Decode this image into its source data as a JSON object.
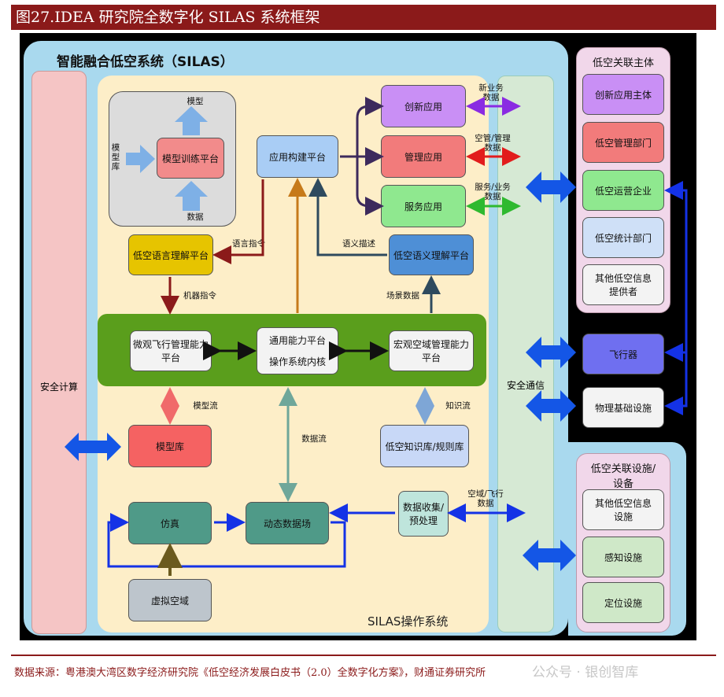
{
  "title": "图27.IDEA 研究院全数字化 SILAS 系统框架",
  "system_title": "智能融合低空系统（SILAS）",
  "security_compute": "安全计算",
  "security_comm": "安全通信",
  "silas_os": "SILAS操作系统",
  "model_training": {
    "box": "模型训练平台",
    "top": "模型",
    "left": "模\n型\n库",
    "bottom": "数据"
  },
  "app_build": "应用构建平台",
  "apps": [
    "创新应用",
    "管理应用",
    "服务应用"
  ],
  "app_flows": [
    "新业务\n数据",
    "空管/管理\n数据",
    "服务/业务\n数据"
  ],
  "lang_understand": "低空语言理解平台",
  "semantic_understand": "低空语义理解平台",
  "labels": {
    "lang_cmd": "语言指令",
    "machine_cmd": "机器指令",
    "semantic_desc": "语义描述",
    "scene_data": "场景数据",
    "model_flow": "模型流",
    "data_flow": "数据流",
    "knowledge_flow": "知识流",
    "airspace_data": "空域/飞行\n数据"
  },
  "core_bar": {
    "micro": "微观飞行管理能力\n平台",
    "general_1": "通用能力平台",
    "general_2": "操作系统内核",
    "macro": "宏观空域管理能力\n平台"
  },
  "model_lib": "模型库",
  "knowledge_lib": "低空知识库/规则库",
  "simulation": "仿真",
  "dynamic_field": "动态数据场",
  "data_collect": "数据收集/\n预处理",
  "virtual_space": "虚拟空域",
  "entities_panel": {
    "title": "低空关联主体",
    "items": [
      "创新应用主体",
      "低空管理部门",
      "低空运营企业",
      "低空统计部门",
      "其他低空信息\n提供者"
    ]
  },
  "aircraft": "飞行器",
  "physical_infra": "物理基础设施",
  "facilities_panel": {
    "title": "低空关联设施/\n设备",
    "items": [
      "其他低空信息\n设施",
      "感知设施",
      "定位设施"
    ]
  },
  "footer": "数据来源：粤港澳大湾区数字经济研究院《低空经济发展白皮书（2.0）全数字化方案》，财通证券研究所",
  "watermark": "公众号 · 银创智库"
}
